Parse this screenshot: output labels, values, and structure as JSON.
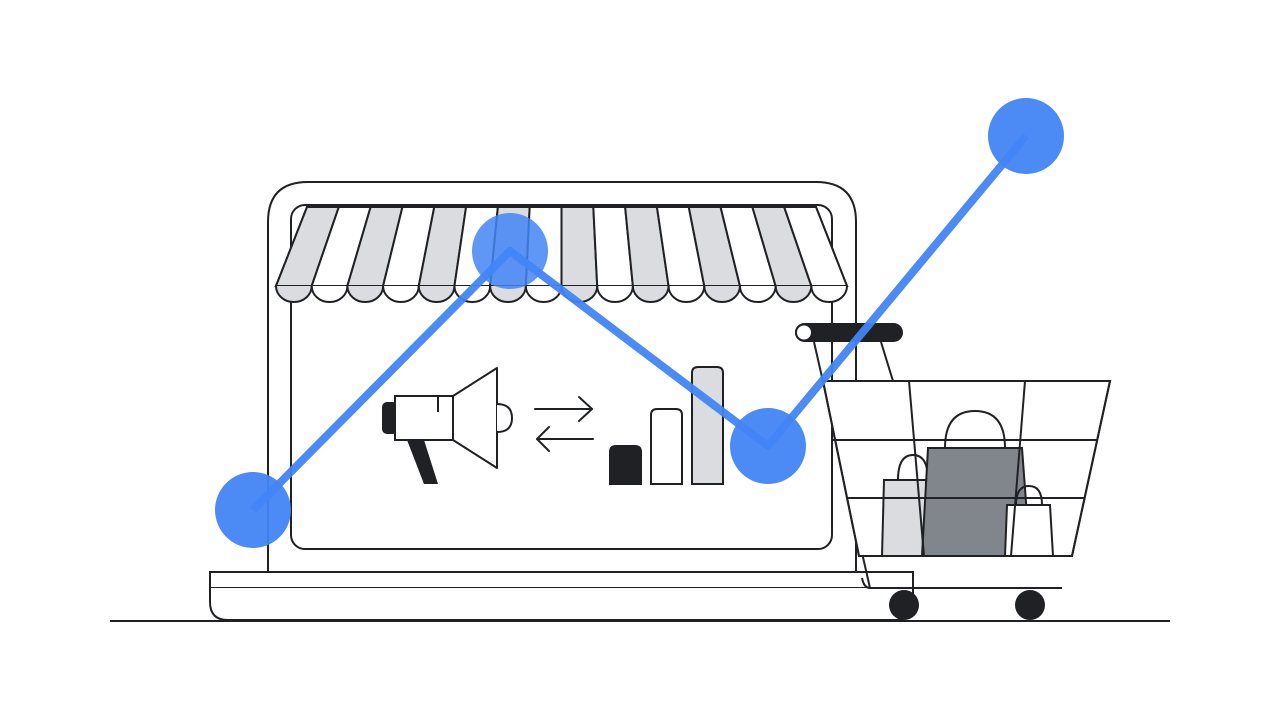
{
  "colors": {
    "background": "#ffffff",
    "line": "#202124",
    "accent_blue": "#4285f4",
    "awning_fill": "#dadce0",
    "bag_dark": "#80868b",
    "bag_light": "#dadce0",
    "dark_fill": "#202124"
  },
  "icons": [
    "laptop-icon",
    "storefront-awning-icon",
    "megaphone-icon",
    "swap-arrows-icon",
    "bar-chart-icon",
    "shopping-cart-icon",
    "shopping-bag-icon",
    "trend-line-icon"
  ],
  "trend": {
    "points": [
      "low",
      "high",
      "mid",
      "highest"
    ]
  },
  "bar_chart": {
    "levels": [
      "small",
      "medium",
      "tall"
    ]
  }
}
